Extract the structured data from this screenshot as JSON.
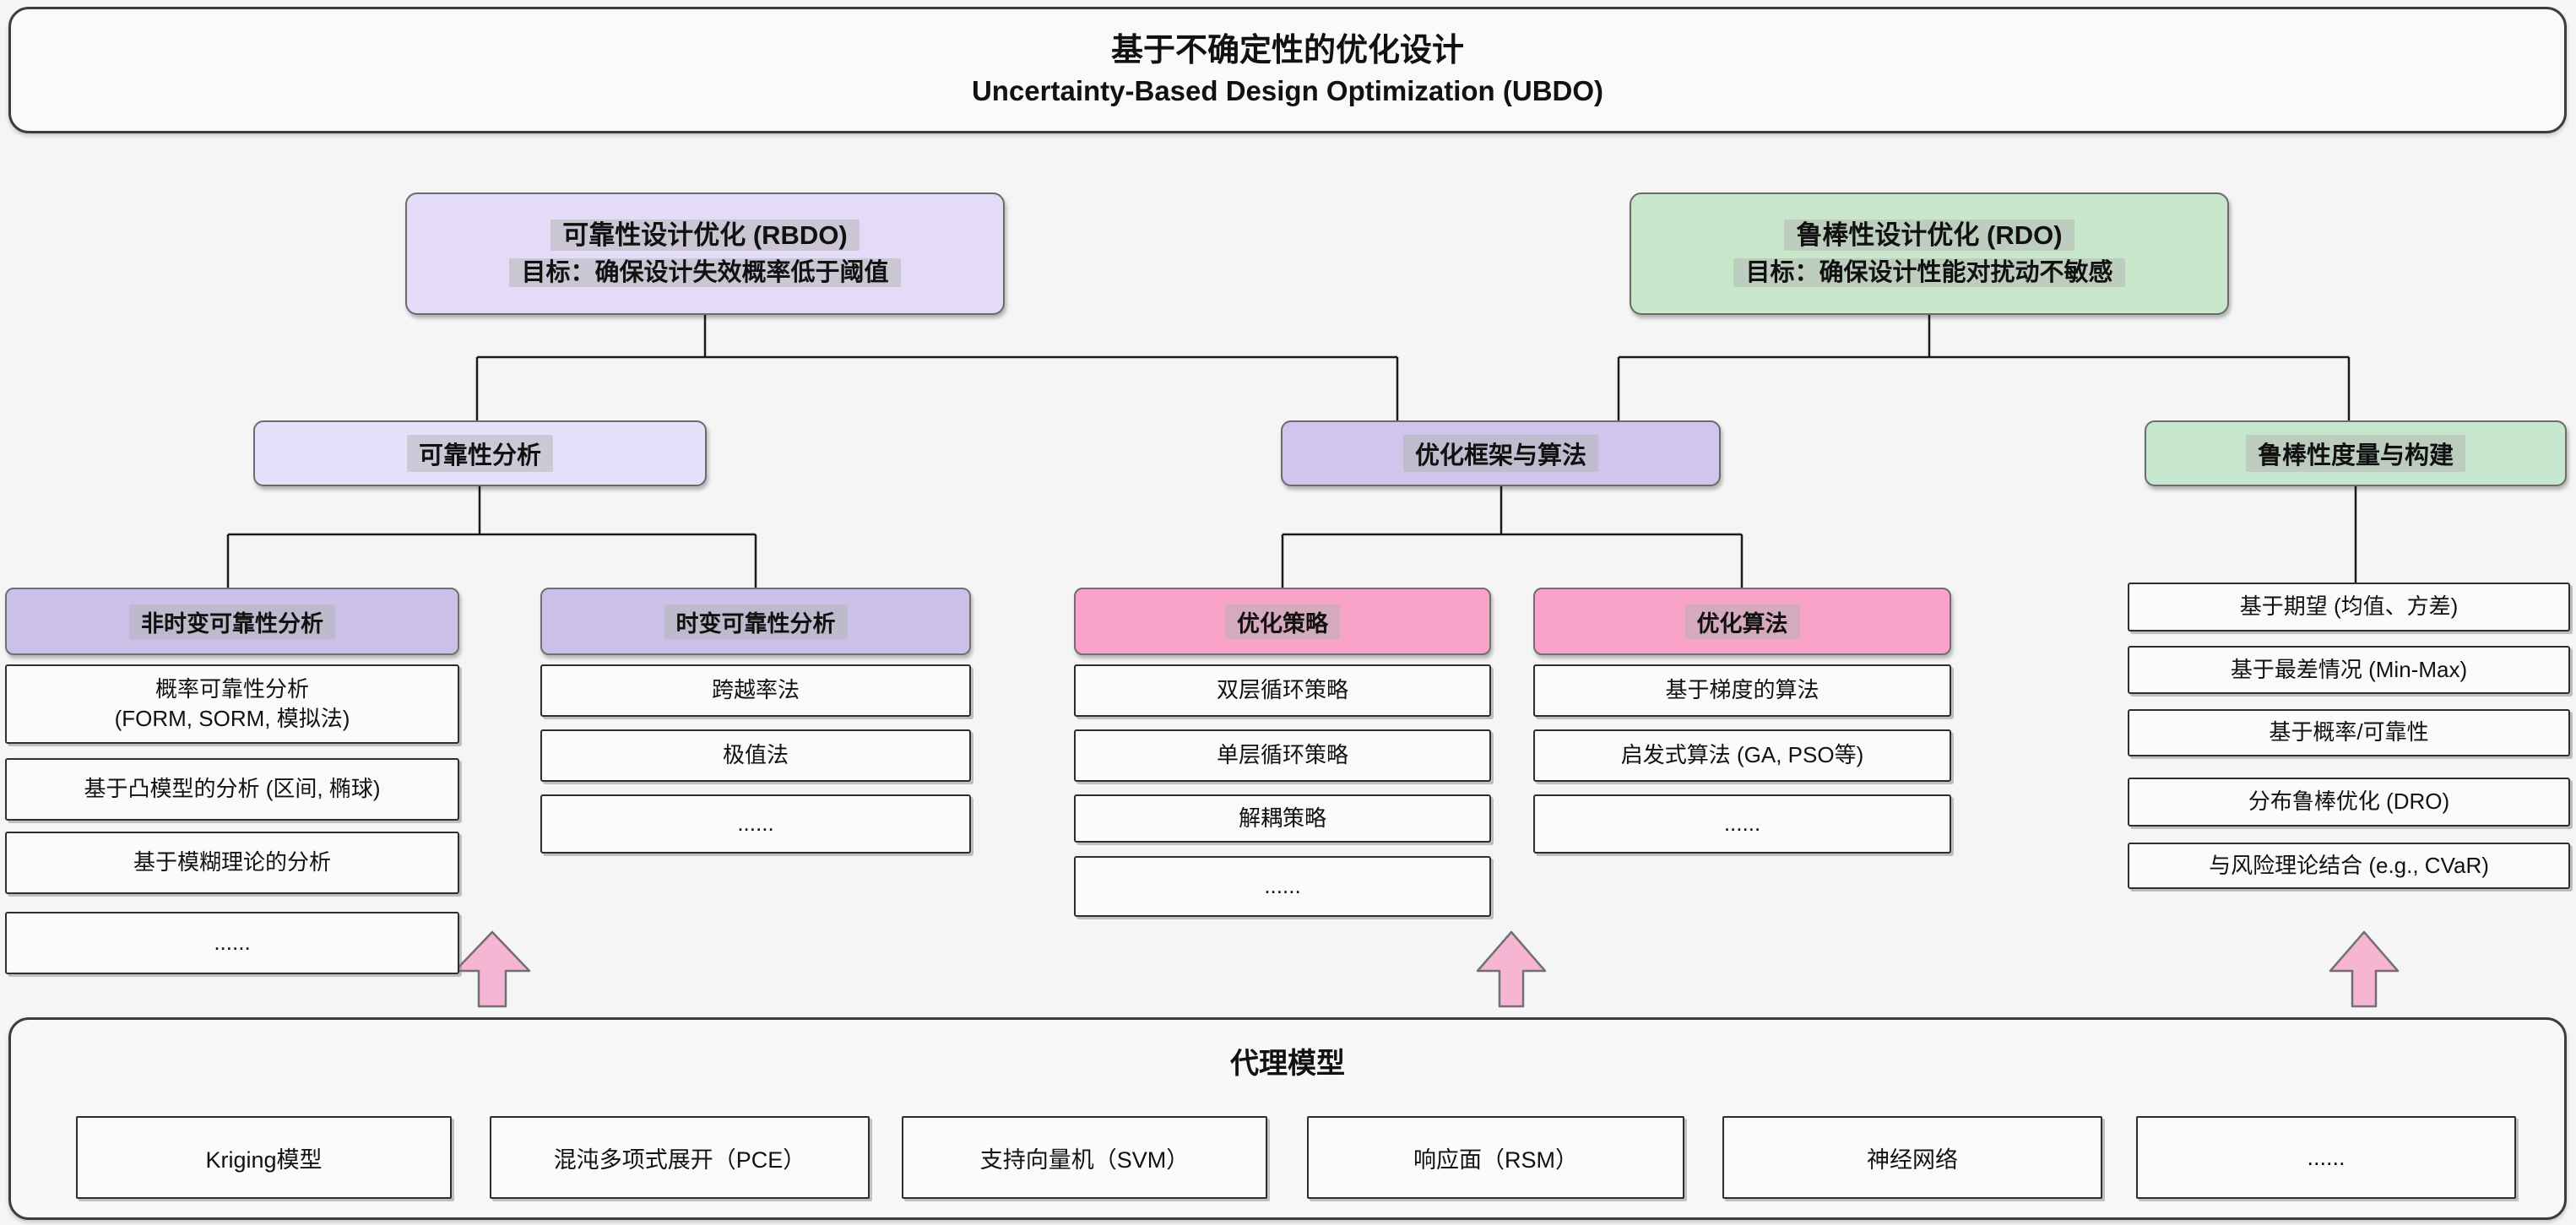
{
  "root": {
    "title_zh": "基于不确定性的优化设计",
    "title_en": "Uncertainty-Based Design Optimization (UBDO)"
  },
  "branches": {
    "rbdo": {
      "title": "可靠性设计优化 (RBDO)",
      "goal": "目标：确保设计失效概率低于阈值",
      "color": "#e3dbf7"
    },
    "rdo": {
      "title": "鲁棒性设计优化 (RDO)",
      "goal": "目标：确保设计性能对扰动不敏感",
      "color": "#c9e8cb"
    }
  },
  "groups": {
    "reliability_analysis": {
      "label": "可靠性分析",
      "color": "#e6e0fa"
    },
    "optimization_framework": {
      "label": "优化框架与算法",
      "color": "#cfc5ed"
    },
    "robustness_measure": {
      "label": "鲁棒性度量与构建",
      "color": "#c6e7cd"
    }
  },
  "columns": [
    {
      "id": "static-reliability",
      "header": "非时变可靠性分析",
      "header_color": "#cbc1e8",
      "items": [
        "概率可靠性分析\n(FORM, SORM, 模拟法)",
        "基于凸模型的分析 (区间, 椭球)",
        "基于模糊理论的分析",
        "......"
      ]
    },
    {
      "id": "time-variant-reliability",
      "header": "时变可靠性分析",
      "header_color": "#cbc1e8",
      "items": [
        "跨越率法",
        "极值法",
        "......"
      ]
    },
    {
      "id": "optimization-strategy",
      "header": "优化策略",
      "header_color": "#f9a3c9",
      "items": [
        "双层循环策略",
        "单层循环策略",
        "解耦策略",
        "......"
      ]
    },
    {
      "id": "optimization-algorithm",
      "header": "优化算法",
      "header_color": "#f9a3c9",
      "items": [
        "基于梯度的算法",
        "启发式算法 (GA, PSO等)",
        "......"
      ]
    },
    {
      "id": "robustness-metrics",
      "header": null,
      "items": [
        "基于期望 (均值、方差)",
        "基于最差情况 (Min-Max)",
        "基于概率/可靠性",
        "分布鲁棒优化 (DRO)",
        "与风险理论结合 (e.g., CVaR)"
      ]
    }
  ],
  "surrogate": {
    "title": "代理模型",
    "items": [
      "Kriging模型",
      "混沌多项式展开（PCE）",
      "支持向量机（SVM）",
      "响应面（RSM）",
      "神经网络",
      "......"
    ]
  },
  "colors": {
    "background": "#f5f5f6",
    "connector": "#1a1a1a",
    "arrow_fill": "#f6b5d2",
    "arrow_stroke": "#707070",
    "item_fill": "#fbfbfb",
    "item_border": "#2e2e2e"
  }
}
